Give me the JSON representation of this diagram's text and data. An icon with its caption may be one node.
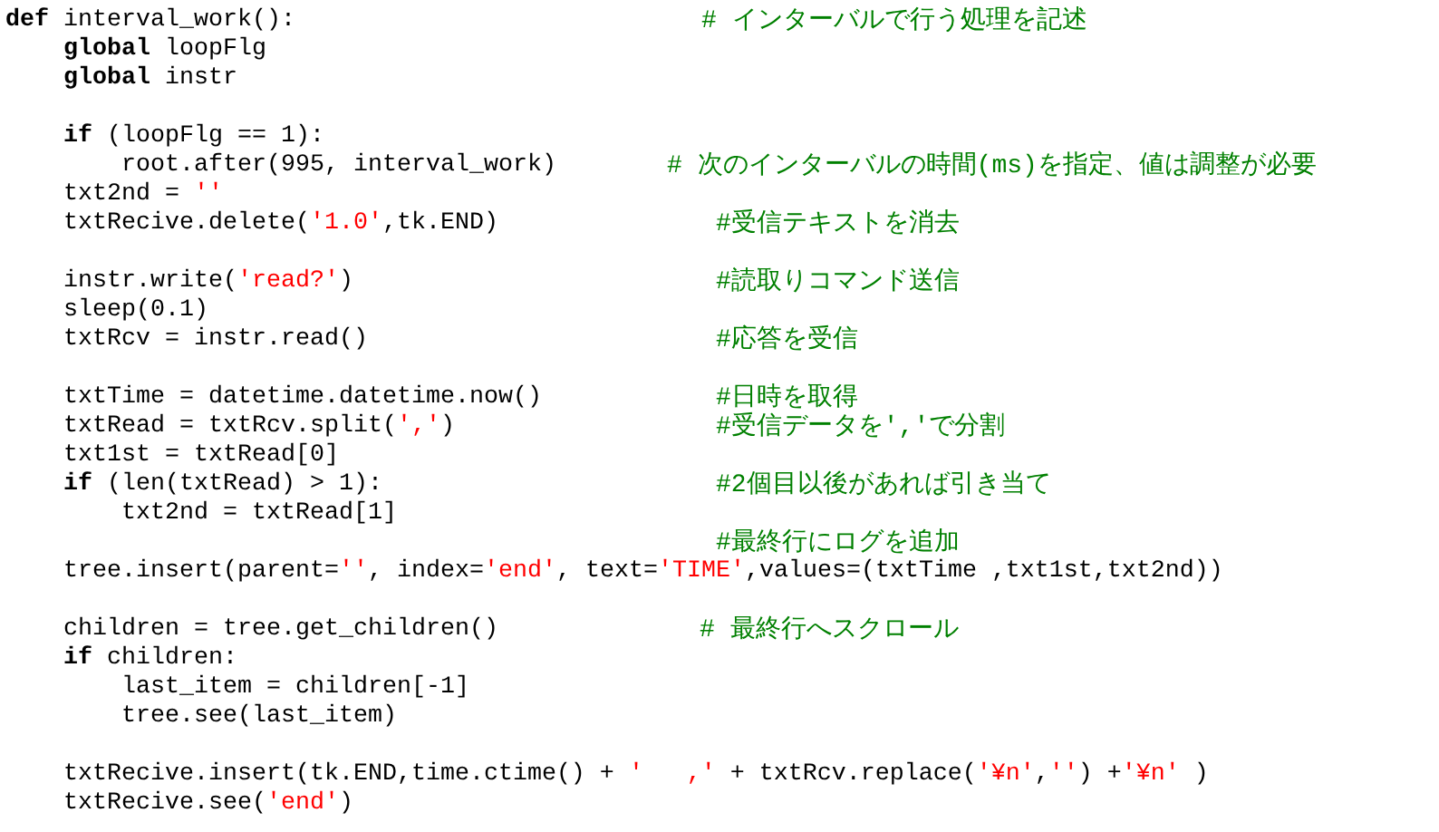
{
  "diagram": {
    "labels": [
      "def interval_work():",
      "# インターバルで行う処理を記述",
      "global loopFlg",
      "global instr",
      "if (loopFlg == 1):",
      "root.after(995, interval_work)",
      "# 次のインターバルの時間(ms)を指定、値は調整が必要",
      "txt2nd = ''",
      "txtRecive.delete('1.0',tk.END)",
      "#受信テキストを消去",
      "instr.write('read?')",
      "#読取りコマンド送信",
      "sleep(0.1)",
      "txtRcv = instr.read()",
      "#応答を受信",
      "txtTime = datetime.datetime.now()",
      "#日時を取得",
      "txtRead = txtRcv.split(',')",
      "#受信データを','で分割",
      "txt1st = txtRead[0]",
      "if (len(txtRead) > 1):",
      "#2個目以後があれば引き当て",
      "txt2nd = txtRead[1]",
      "#最終行にログを追加",
      "tree.insert(parent='', index='end', text='TIME',values=(txtTime ,txt1st,txt2nd))",
      "children = tree.get_children()",
      "# 最終行へスクロール",
      "if children:",
      "last_item = children[-1]",
      "tree.see(last_item)",
      "txtRecive.insert(tk.END,time.ctime() + '   ,' + txtRcv.replace('¥n','') +'¥n' )",
      "txtRecive.see('end')"
    ]
  }
}
